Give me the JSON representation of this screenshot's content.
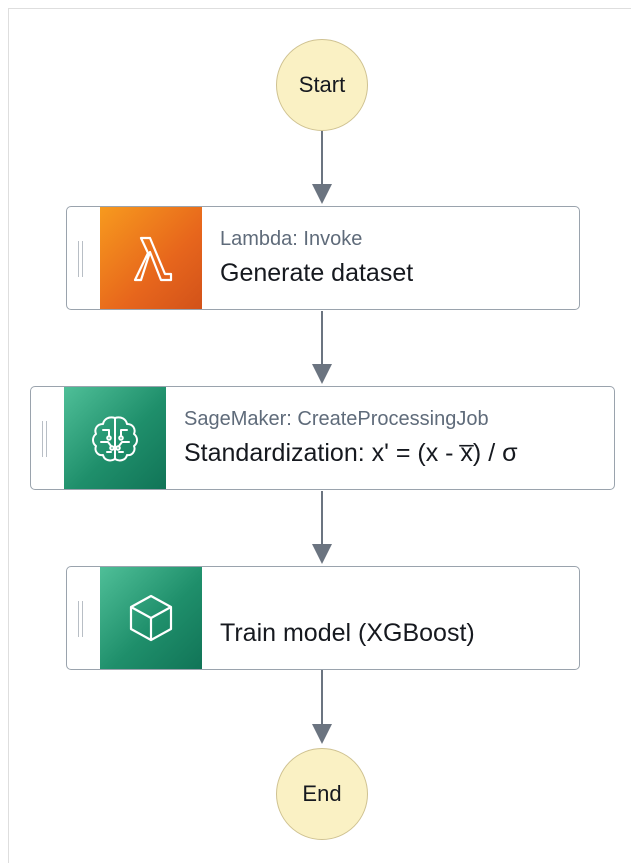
{
  "start": {
    "label": "Start"
  },
  "end": {
    "label": "End"
  },
  "states": [
    {
      "service": "Lambda: Invoke",
      "name": "Generate dataset",
      "icon": "lambda-icon",
      "color": "#e7661c"
    },
    {
      "service": "SageMaker: CreateProcessingJob",
      "name": "Standardization: x' = (x - x̅) / σ",
      "icon": "brain-circuit-icon",
      "color": "#1f8f6b"
    },
    {
      "service": "",
      "name": "Train model (XGBoost)",
      "icon": "cube-icon",
      "color": "#1f8f6b"
    }
  ]
}
